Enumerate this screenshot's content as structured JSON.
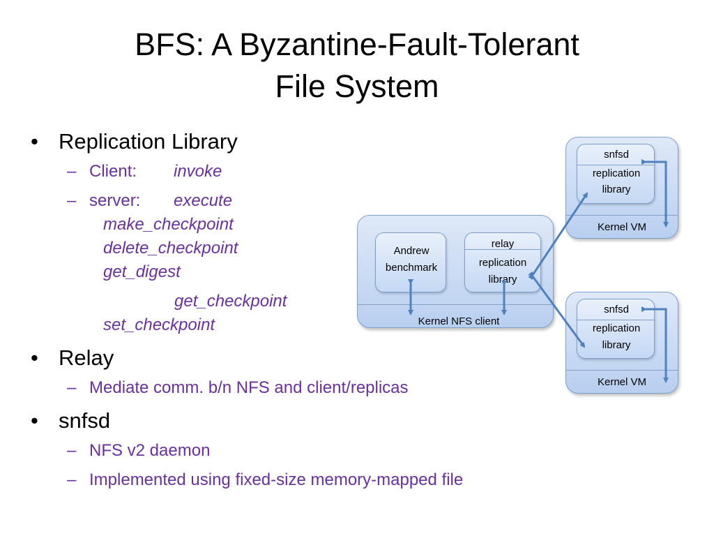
{
  "title": {
    "line1": "BFS: A Byzantine-Fault-Tolerant",
    "line2": "File System"
  },
  "bullets": {
    "replication": {
      "label": "Replication Library",
      "client_label": "Client:",
      "client_fn": "invoke",
      "server_label": "server:",
      "server_fn": "execute",
      "fns": [
        "make_checkpoint",
        "delete_checkpoint",
        "get_digest"
      ],
      "get_checkpoint": "get_checkpoint",
      "set_checkpoint": "set_checkpoint"
    },
    "relay": {
      "label": "Relay",
      "sub": "Mediate comm. b/n NFS and client/replicas"
    },
    "snfsd": {
      "label": "snfsd",
      "sub1": "NFS v2 daemon",
      "sub2": "Implemented using fixed-size memory-mapped file"
    }
  },
  "diagram": {
    "client": {
      "andrew": [
        "Andrew",
        "benchmark"
      ],
      "relay": "relay",
      "replication": [
        "replication",
        "library"
      ],
      "kernel": "Kernel NFS client"
    },
    "replica_top": {
      "snfsd": "snfsd",
      "replication": [
        "replication",
        "library"
      ],
      "kernel": "Kernel VM"
    },
    "replica_bottom": {
      "snfsd": "snfsd",
      "replication": [
        "replication",
        "library"
      ],
      "kernel": "Kernel VM"
    },
    "colors": {
      "box_border": "#7da0cf",
      "arrow": "#4f81bd",
      "sub_text": "#6b2fa0"
    }
  }
}
